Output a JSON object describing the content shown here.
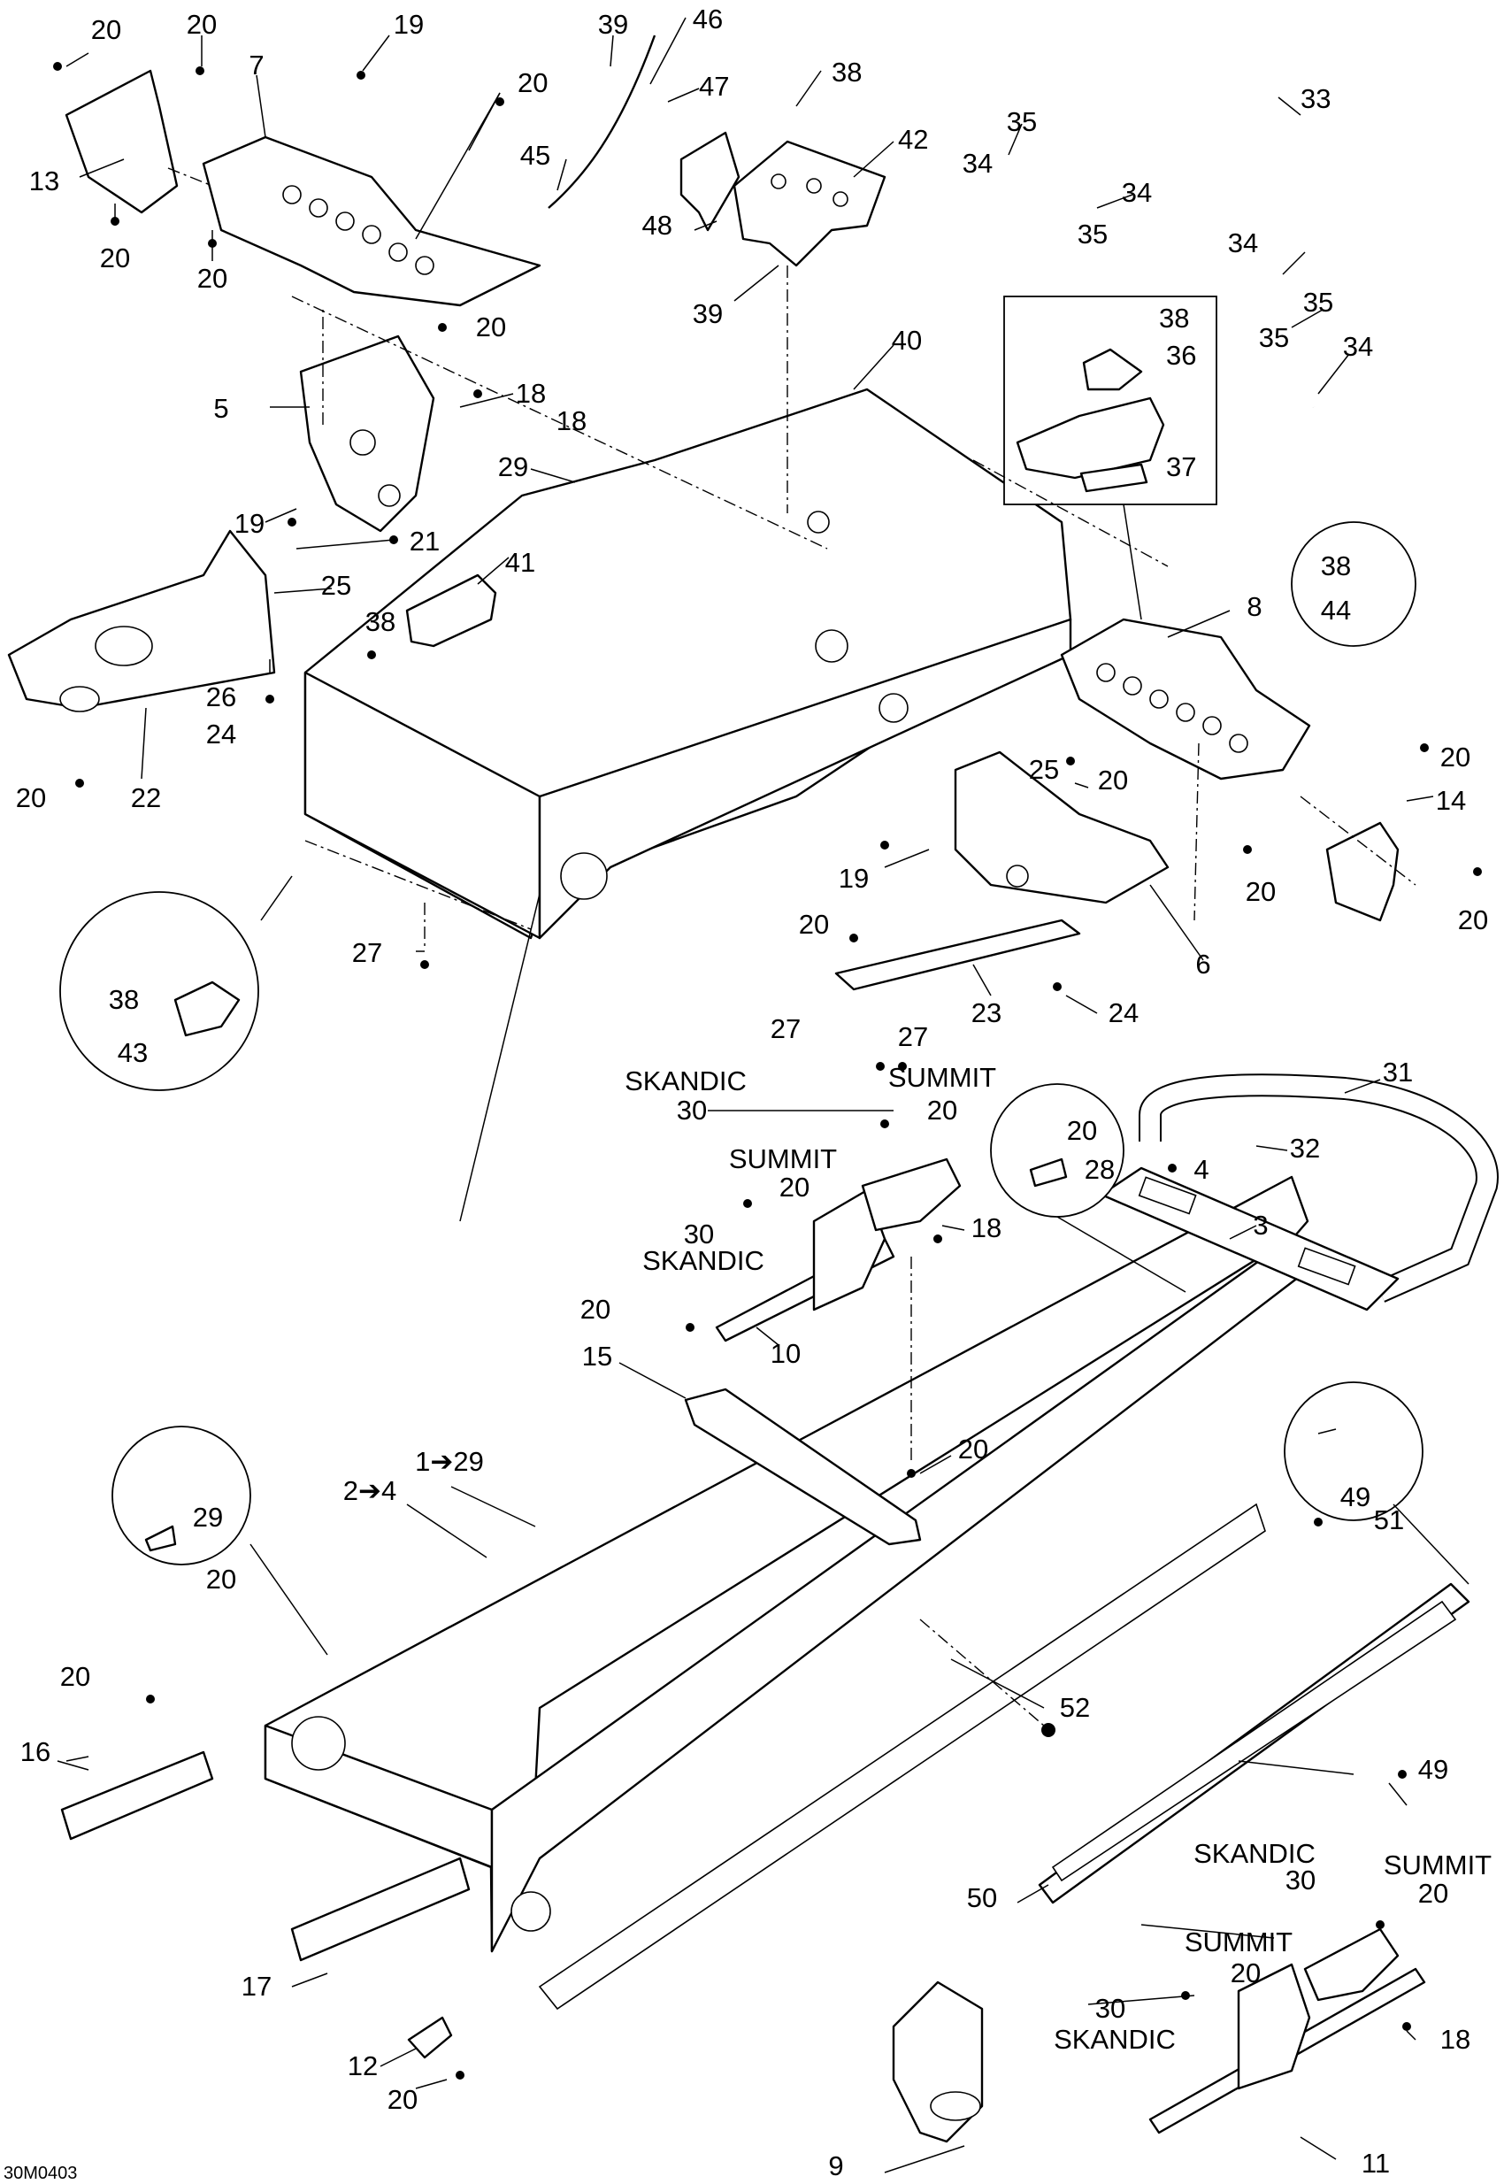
{
  "diagram": {
    "code": "30M0403",
    "callouts": [
      {
        "id": "c1",
        "text": "20"
      },
      {
        "id": "c2",
        "text": "20"
      },
      {
        "id": "c3",
        "text": "19"
      },
      {
        "id": "c4",
        "text": "7"
      },
      {
        "id": "c5",
        "text": "20"
      },
      {
        "id": "c6",
        "text": "13"
      },
      {
        "id": "c7",
        "text": "20"
      },
      {
        "id": "c8",
        "text": "20"
      },
      {
        "id": "c9",
        "text": "39"
      },
      {
        "id": "c10",
        "text": "46"
      },
      {
        "id": "c11",
        "text": "47"
      },
      {
        "id": "c12",
        "text": "38"
      },
      {
        "id": "c13",
        "text": "45"
      },
      {
        "id": "c14",
        "text": "42"
      },
      {
        "id": "c15",
        "text": "48"
      },
      {
        "id": "c16",
        "text": "39"
      },
      {
        "id": "c17",
        "text": "33"
      },
      {
        "id": "c18",
        "text": "35"
      },
      {
        "id": "c19",
        "text": "34"
      },
      {
        "id": "c20",
        "text": "34"
      },
      {
        "id": "c21",
        "text": "35"
      },
      {
        "id": "c22",
        "text": "34"
      },
      {
        "id": "c23",
        "text": "35"
      },
      {
        "id": "c24",
        "text": "35"
      },
      {
        "id": "c25",
        "text": "34"
      },
      {
        "id": "c26",
        "text": "38"
      },
      {
        "id": "c27",
        "text": "36"
      },
      {
        "id": "c28",
        "text": "37"
      },
      {
        "id": "c29",
        "text": "20"
      },
      {
        "id": "c30",
        "text": "5"
      },
      {
        "id": "c31",
        "text": "18"
      },
      {
        "id": "c32",
        "text": "18"
      },
      {
        "id": "c33",
        "text": "40"
      },
      {
        "id": "c34",
        "text": "29"
      },
      {
        "id": "c35",
        "text": "19"
      },
      {
        "id": "c36",
        "text": "21"
      },
      {
        "id": "c37",
        "text": "25"
      },
      {
        "id": "c38",
        "text": "41"
      },
      {
        "id": "c39",
        "text": "38"
      },
      {
        "id": "c40",
        "text": "26"
      },
      {
        "id": "c41",
        "text": "24"
      },
      {
        "id": "c42",
        "text": "20"
      },
      {
        "id": "c43",
        "text": "22"
      },
      {
        "id": "c44",
        "text": "38"
      },
      {
        "id": "c45",
        "text": "44"
      },
      {
        "id": "c46",
        "text": "8"
      },
      {
        "id": "c47",
        "text": "20"
      },
      {
        "id": "c48",
        "text": "14"
      },
      {
        "id": "c49",
        "text": "25"
      },
      {
        "id": "c50",
        "text": "20"
      },
      {
        "id": "c51",
        "text": "19"
      },
      {
        "id": "c52",
        "text": "20"
      },
      {
        "id": "c53",
        "text": "20"
      },
      {
        "id": "c54",
        "text": "6"
      },
      {
        "id": "c55",
        "text": "27"
      },
      {
        "id": "c56",
        "text": "38"
      },
      {
        "id": "c57",
        "text": "43"
      },
      {
        "id": "c58",
        "text": "20"
      },
      {
        "id": "c59",
        "text": "23"
      },
      {
        "id": "c60",
        "text": "24"
      },
      {
        "id": "c61",
        "text": "27"
      },
      {
        "id": "c62",
        "text": "27"
      },
      {
        "id": "c63",
        "text": "SKANDIC"
      },
      {
        "id": "c64",
        "text": "SUMMIT"
      },
      {
        "id": "c65",
        "text": "30"
      },
      {
        "id": "c66",
        "text": "20"
      },
      {
        "id": "c67",
        "text": "31"
      },
      {
        "id": "c68",
        "text": "SUMMIT"
      },
      {
        "id": "c69",
        "text": "20"
      },
      {
        "id": "c70",
        "text": "30"
      },
      {
        "id": "c71",
        "text": "SKANDIC"
      },
      {
        "id": "c72",
        "text": "20"
      },
      {
        "id": "c73",
        "text": "28"
      },
      {
        "id": "c74",
        "text": "4"
      },
      {
        "id": "c75",
        "text": "32"
      },
      {
        "id": "c76",
        "text": "3"
      },
      {
        "id": "c77",
        "text": "18"
      },
      {
        "id": "c78",
        "text": "20"
      },
      {
        "id": "c79",
        "text": "10"
      },
      {
        "id": "c80",
        "text": "15"
      },
      {
        "id": "c81",
        "text": "20"
      },
      {
        "id": "c82",
        "text": "1➔29"
      },
      {
        "id": "c83",
        "text": "2➔4"
      },
      {
        "id": "c84",
        "text": "29"
      },
      {
        "id": "c85",
        "text": "20"
      },
      {
        "id": "c86",
        "text": "49"
      },
      {
        "id": "c87",
        "text": "51"
      },
      {
        "id": "c88",
        "text": "20"
      },
      {
        "id": "c89",
        "text": "52"
      },
      {
        "id": "c90",
        "text": "16"
      },
      {
        "id": "c91",
        "text": "49"
      },
      {
        "id": "c92",
        "text": "SKANDIC"
      },
      {
        "id": "c93",
        "text": "SUMMIT"
      },
      {
        "id": "c94",
        "text": "30"
      },
      {
        "id": "c95",
        "text": "20"
      },
      {
        "id": "c96",
        "text": "50"
      },
      {
        "id": "c97",
        "text": "SUMMIT"
      },
      {
        "id": "c98",
        "text": "20"
      },
      {
        "id": "c99",
        "text": "17"
      },
      {
        "id": "c100",
        "text": "30"
      },
      {
        "id": "c101",
        "text": "SKANDIC"
      },
      {
        "id": "c102",
        "text": "18"
      },
      {
        "id": "c103",
        "text": "12"
      },
      {
        "id": "c104",
        "text": "20"
      },
      {
        "id": "c105",
        "text": "11"
      },
      {
        "id": "c106",
        "text": "9"
      }
    ]
  }
}
